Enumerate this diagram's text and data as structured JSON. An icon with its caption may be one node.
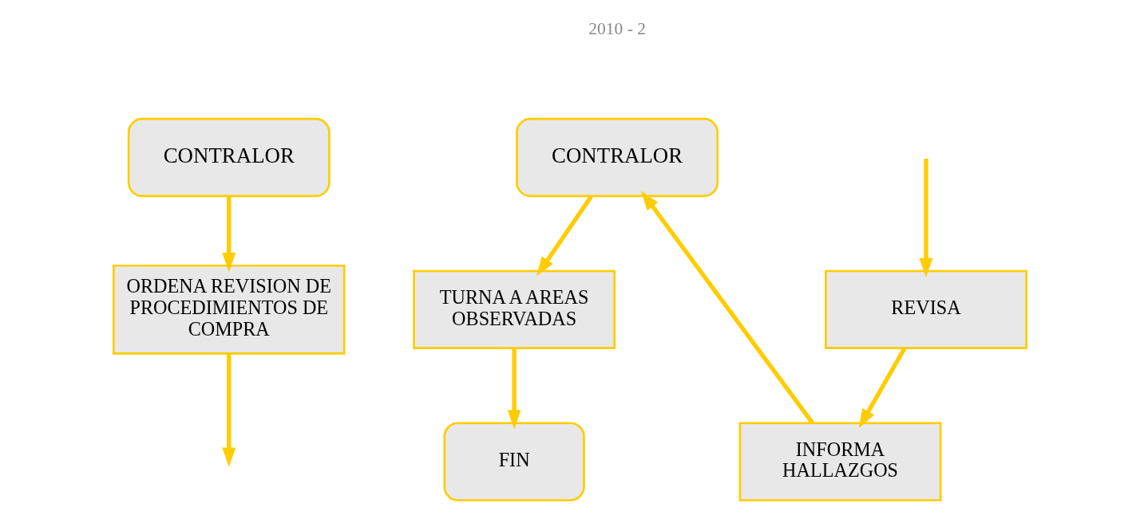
{
  "diagram": {
    "nodes": [
      {
        "text": [
          "CONTRALOR"
        ]
      },
      {
        "text": [
          "ORDENA REVISION DE PROCEDIMIENTOS DE COMPRA"
        ]
      },
      {
        "text": [
          "REVISA"
        ]
      },
      {
        "text": [
          "INFORMA HALLAZGOS"
        ]
      },
      {
        "text": [
          "CONTRALOR"
        ]
      },
      {
        "text": [
          "TURNA A AREAS OBSERVADAS"
        ]
      },
      {
        "text": [
          "FIN"
        ]
      }
    ],
    "edges": [
      {
        "from": 0,
        "to": 1,
        "arrow": "to"
      },
      {
        "from": 1,
        "to": null,
        "arrow": "to"
      },
      {
        "from": null,
        "to": 2,
        "arrow": "to"
      },
      {
        "from": 2,
        "to": 3,
        "arrow": "to"
      },
      {
        "from": 3,
        "to": 4,
        "arrow": "to"
      },
      {
        "from": 4,
        "to": 5,
        "arrow": "to"
      },
      {
        "from": 5,
        "to": 6,
        "arrow": "to"
      }
    ],
    "labels": [
      "2010 - 2"
    ]
  }
}
